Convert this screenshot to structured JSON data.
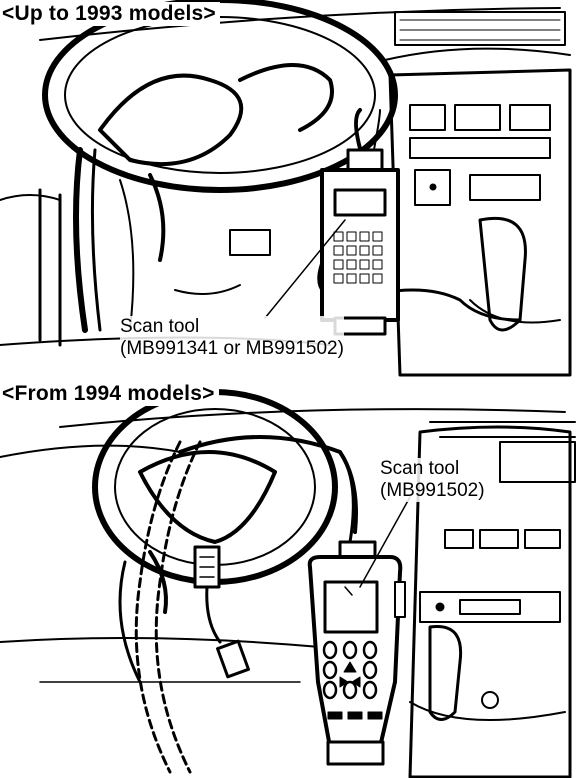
{
  "panels": [
    {
      "heading": "<Up to 1993 models>",
      "callout": {
        "line1": "Scan tool",
        "line2": "(MB991341 or MB991502)"
      }
    },
    {
      "heading": "<From 1994 models>",
      "callout": {
        "line1": "Scan tool",
        "line2": "(MB991502)"
      }
    }
  ]
}
